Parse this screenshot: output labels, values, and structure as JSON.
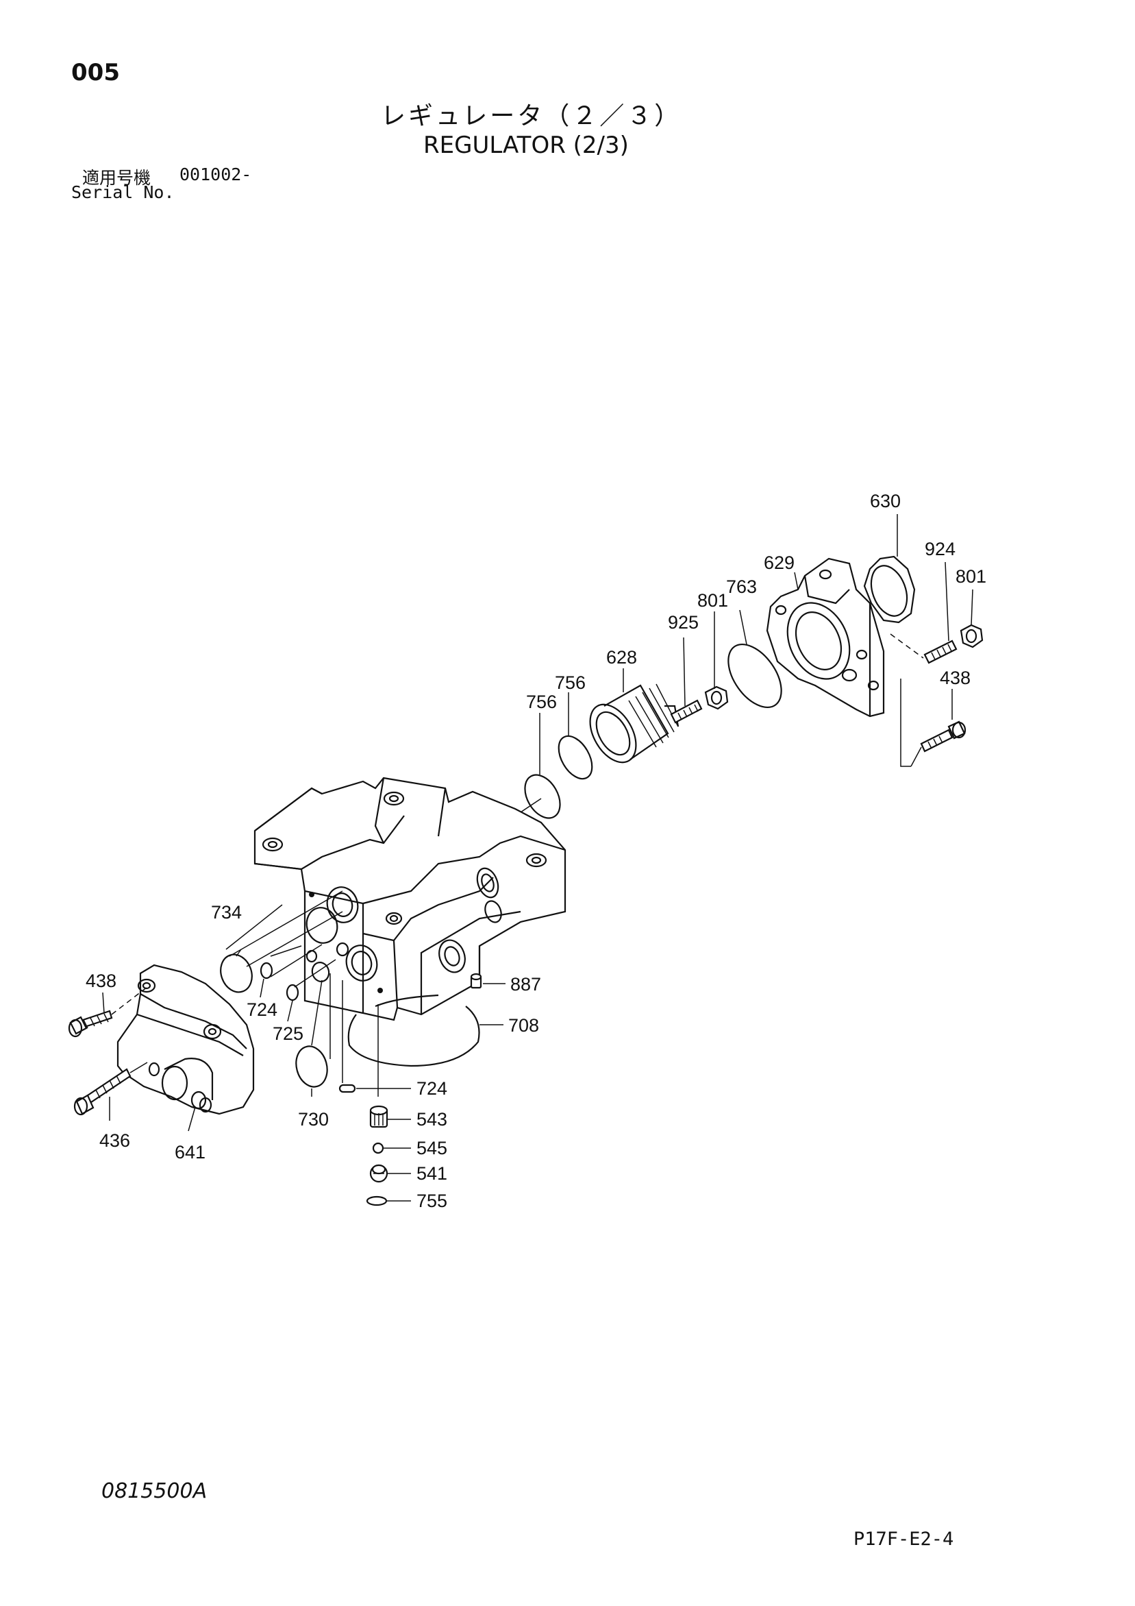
{
  "header": {
    "page_number": "005",
    "title_jp": "レギュレータ（２／３）",
    "title_en": "REGULATOR (2/3)",
    "serial_label_jp": "適用号機",
    "serial_value": "001002-",
    "serial_label_en": "Serial No."
  },
  "footer": {
    "doc_code": "0815500A",
    "page_code": "P17F-E2-4"
  },
  "parts": {
    "p630": "630",
    "p924": "924",
    "p629": "629",
    "p801a": "801",
    "p763": "763",
    "p801b": "801",
    "p925": "925",
    "p628": "628",
    "p438a": "438",
    "p756a": "756",
    "p756b": "756",
    "p734": "734",
    "p438b": "438",
    "p887": "887",
    "p724a": "724",
    "p708": "708",
    "p725": "725",
    "p724b": "724",
    "p730": "730",
    "p543": "543",
    "p436": "436",
    "p641": "641",
    "p545": "545",
    "p541": "541",
    "p755": "755"
  }
}
